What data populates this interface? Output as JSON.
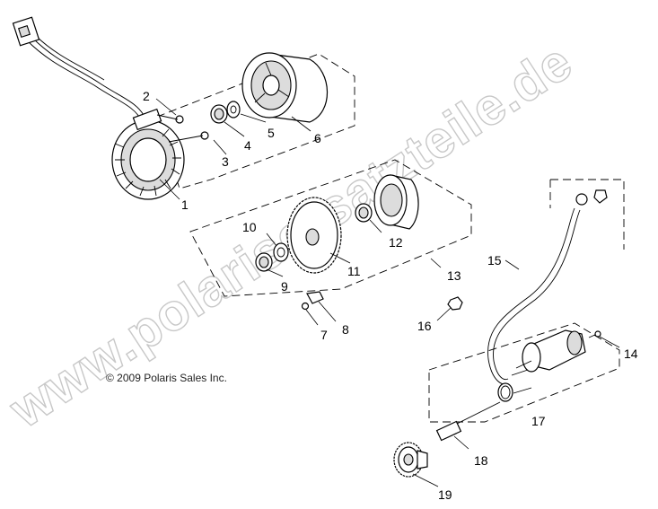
{
  "watermark_text": "www.polarisersatzteile.de",
  "copyright_text": "© 2009 Polaris Sales Inc.",
  "callouts": [
    "1",
    "2",
    "3",
    "4",
    "5",
    "6",
    "7",
    "8",
    "9",
    "10",
    "11",
    "12",
    "13",
    "14",
    "15",
    "16",
    "17",
    "18",
    "19"
  ]
}
